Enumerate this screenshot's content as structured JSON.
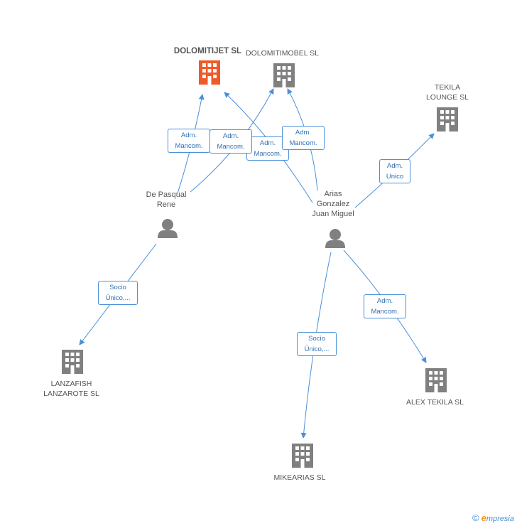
{
  "colors": {
    "edge": "#4a90d9",
    "building": "#808080",
    "building_main": "#f05a28",
    "person": "#808080"
  },
  "nodes": {
    "dolomitijet": {
      "label": "DOLOMITIJET SL",
      "icon": "building-icon"
    },
    "dolomitimobel": {
      "label": "DOLOMITIMOBEL SL",
      "icon": "building-icon"
    },
    "tekila_lounge": {
      "label": "TEKILA\nLOUNGE SL",
      "icon": "building-icon"
    },
    "depasqual": {
      "label": "De Pasqual\nRene",
      "icon": "person-icon"
    },
    "arias": {
      "label": "Arias\nGonzalez\nJuan Miguel",
      "icon": "person-icon"
    },
    "lanzafish": {
      "label": "LANZAFISH\nLANZAROTE SL",
      "icon": "building-icon"
    },
    "alex_tekila": {
      "label": "ALEX TEKILA SL",
      "icon": "building-icon"
    },
    "mikearias": {
      "label": "MIKEARIAS SL",
      "icon": "building-icon"
    }
  },
  "edges": {
    "e1": {
      "label": "Adm.\nMancom."
    },
    "e2": {
      "label": "Adm.\nMancom."
    },
    "e3": {
      "label": "Adm.\nMancom."
    },
    "e4": {
      "label": "Adm.\nMancom."
    },
    "e5": {
      "label": "Adm.\nUnico"
    },
    "e6": {
      "label": "Socio\nÚnico,..."
    },
    "e7": {
      "label": "Adm.\nMancom."
    },
    "e8": {
      "label": "Socio\nÚnico,..."
    }
  },
  "brand": {
    "copyright": "©",
    "e": "e",
    "rest": "mpresia"
  }
}
